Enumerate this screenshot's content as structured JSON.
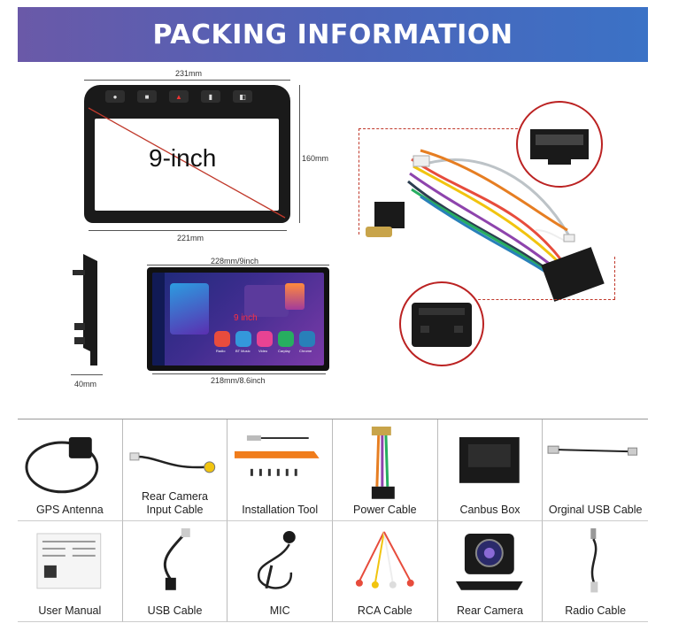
{
  "banner": {
    "title": "PACKING INFORMATION"
  },
  "frame": {
    "width_label": "231mm",
    "height_label": "160mm",
    "bottom_label": "221mm",
    "size_label": "9-inch"
  },
  "side": {
    "depth_label": "40mm"
  },
  "screen": {
    "top_label": "228mm/9inch",
    "bottom_label": "218mm/8.6inch",
    "overlay_label": "9 inch",
    "apps": [
      "Radio",
      "BT Music",
      "Video",
      "Carplay",
      "Chrome"
    ]
  },
  "items": [
    {
      "label": "GPS Antenna"
    },
    {
      "label": "Rear Camera\nInput Cable"
    },
    {
      "label": "Installation Tool"
    },
    {
      "label": "Power Cable"
    },
    {
      "label": "Canbus Box"
    },
    {
      "label": "Orginal USB Cable"
    },
    {
      "label": "User Manual"
    },
    {
      "label": "USB Cable"
    },
    {
      "label": "MIC"
    },
    {
      "label": "RCA Cable"
    },
    {
      "label": "Rear Camera"
    },
    {
      "label": "Radio Cable"
    }
  ]
}
